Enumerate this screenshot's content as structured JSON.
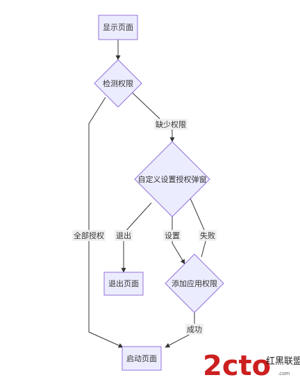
{
  "colors": {
    "node_fill": "#ececff",
    "node_stroke": "#9370db",
    "edge": "#333333",
    "label_bg": "#e8e8e8",
    "watermark_red": "#cc1f1f"
  },
  "nodes": {
    "show_page": "显示页面",
    "check_permission": "检测权限",
    "custom_dialog": "自定义设置授权弹窗",
    "exit_page": "退出页面",
    "add_permission": "添加应用权限",
    "start_page": "启动页面"
  },
  "edges": {
    "missing": "缺少权限",
    "all_granted": "全部授权",
    "exit": "退出",
    "settings": "设置",
    "failed": "失败",
    "success": "成功"
  },
  "watermark": {
    "logo": "2cto",
    "brand": "红黑联盟",
    "site": ".com"
  }
}
